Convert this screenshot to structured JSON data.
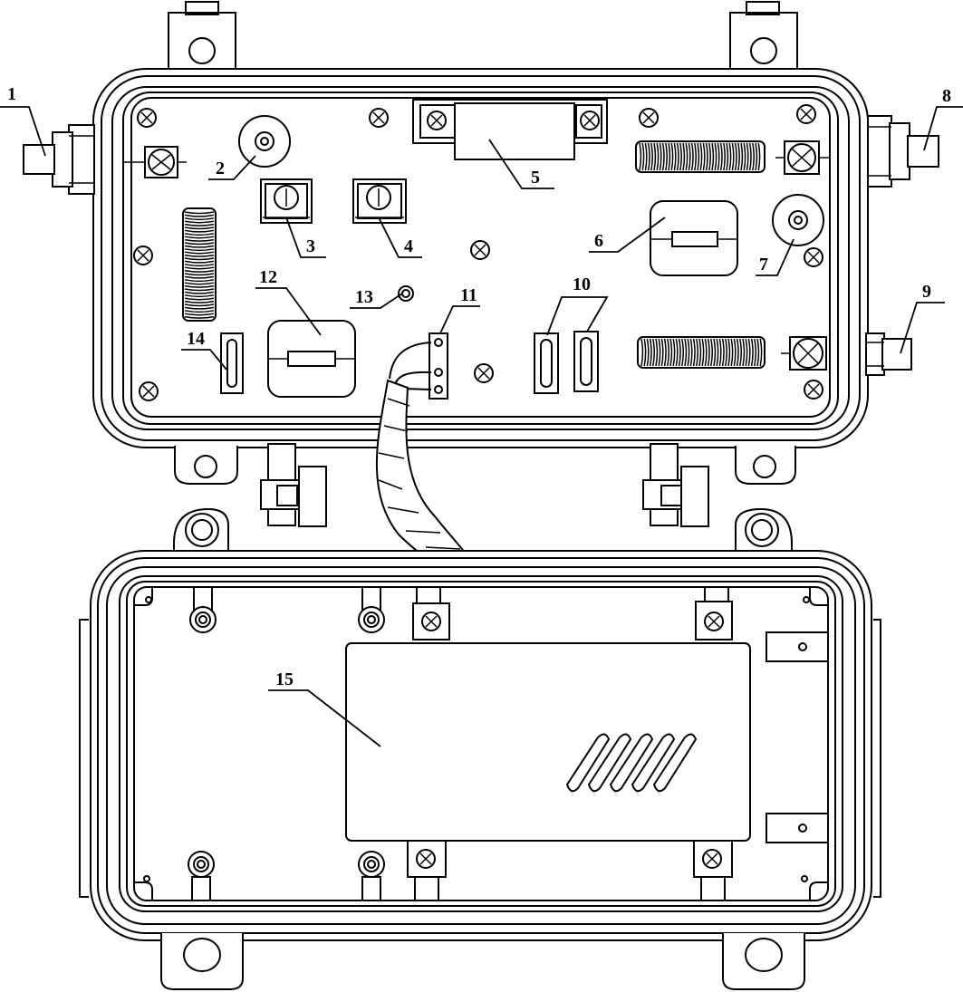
{
  "figure": {
    "callouts": [
      {
        "id": "1",
        "label": "1"
      },
      {
        "id": "2",
        "label": "2"
      },
      {
        "id": "3",
        "label": "3"
      },
      {
        "id": "4",
        "label": "4"
      },
      {
        "id": "5",
        "label": "5"
      },
      {
        "id": "6",
        "label": "6"
      },
      {
        "id": "7",
        "label": "7"
      },
      {
        "id": "8",
        "label": "8"
      },
      {
        "id": "9",
        "label": "9"
      },
      {
        "id": "10",
        "label": "10"
      },
      {
        "id": "11",
        "label": "11"
      },
      {
        "id": "12",
        "label": "12"
      },
      {
        "id": "13",
        "label": "13"
      },
      {
        "id": "14",
        "label": "14"
      },
      {
        "id": "15",
        "label": "15"
      }
    ]
  },
  "colors": {
    "line": "#000000",
    "background": "#ffffff"
  }
}
